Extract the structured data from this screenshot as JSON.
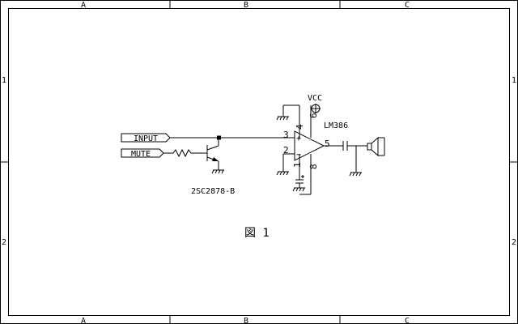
{
  "frame": {
    "columns": [
      "A",
      "B",
      "C"
    ],
    "rows": [
      "1",
      "2"
    ]
  },
  "ports": {
    "input": "INPUT",
    "mute": "MUTE"
  },
  "supply": "VCC",
  "transistor": "2SC2878-B",
  "amplifier": {
    "part": "LM386",
    "pins": {
      "p1": "1",
      "p2": "2",
      "p3": "3",
      "p4": "4",
      "p5": "5",
      "p6": "6",
      "p8": "8"
    },
    "plus": "+",
    "minus": "−"
  },
  "caption": "図 1"
}
